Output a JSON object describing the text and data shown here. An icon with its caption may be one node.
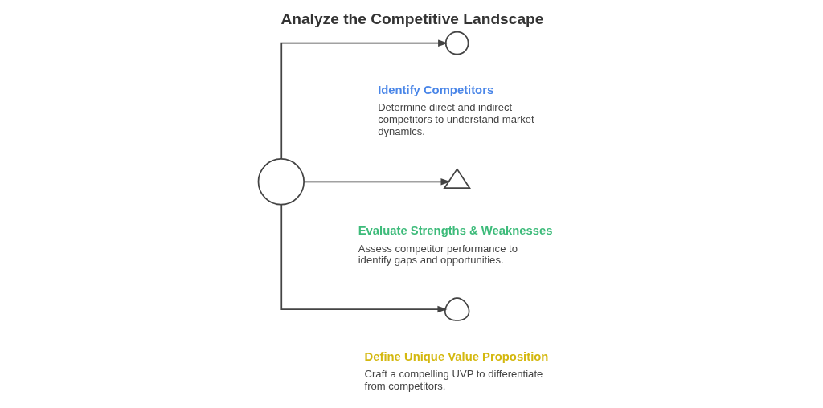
{
  "diagram": {
    "title": "Analyze the Competitive Landscape",
    "nodes": [
      {
        "text": [],
        "shape": "circle"
      },
      {
        "text": [],
        "shape": "magnifier",
        "beside": [
          "Identify Competitors",
          "Determine direct and indirect competitors to understand market dynamics."
        ]
      },
      {
        "text": [],
        "shape": "scale",
        "beside": [
          "Evaluate Strengths & Weaknesses",
          "Assess competitor performance to identify gaps and opportunities."
        ]
      },
      {
        "text": [],
        "shape": "lightbulb",
        "beside": [
          "Define Unique Value Proposition",
          "Craft a compelling UVP to differentiate from competitors."
        ]
      }
    ],
    "edges": [
      {
        "from": 0,
        "to": 1,
        "arrow": "to"
      },
      {
        "from": 0,
        "to": 2,
        "arrow": "to"
      },
      {
        "from": 0,
        "to": 3,
        "arrow": "to"
      }
    ]
  }
}
